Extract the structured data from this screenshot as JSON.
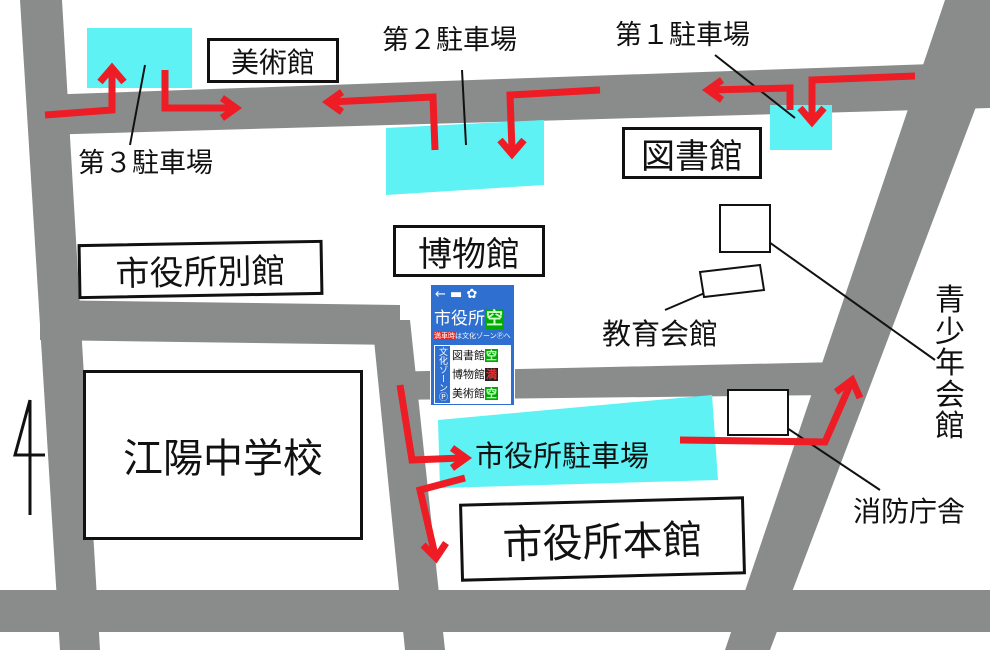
{
  "places": {
    "art_museum": "美術館",
    "parking_2": "第２駐車場",
    "parking_1": "第１駐車場",
    "parking_3": "第３駐車場",
    "library": "図書館",
    "museum": "博物館",
    "city_hall_annex": "市役所別館",
    "education_hall": "教育会館",
    "youth_hall": "青少年会館",
    "school": "江陽中学校",
    "city_hall_parking": "市役所駐車場",
    "fire_station": "消防庁舎",
    "city_hall_main": "市役所本館",
    "route_number": "4"
  },
  "sign": {
    "title": "市役所",
    "title_status": "空",
    "notice_tag": "満車時",
    "notice": "は文化ゾーンⓅへ",
    "zone_label": "文化ゾーンⓅ",
    "rows": [
      {
        "name": "図書館",
        "status": "空"
      },
      {
        "name": "博物館",
        "status": "満"
      },
      {
        "name": "美術館",
        "status": "空"
      }
    ]
  },
  "colors": {
    "road": "#8a8c8c",
    "parking": "#5ef2f4",
    "arrow": "#ee1c24",
    "sign": "#2f6fd0"
  }
}
